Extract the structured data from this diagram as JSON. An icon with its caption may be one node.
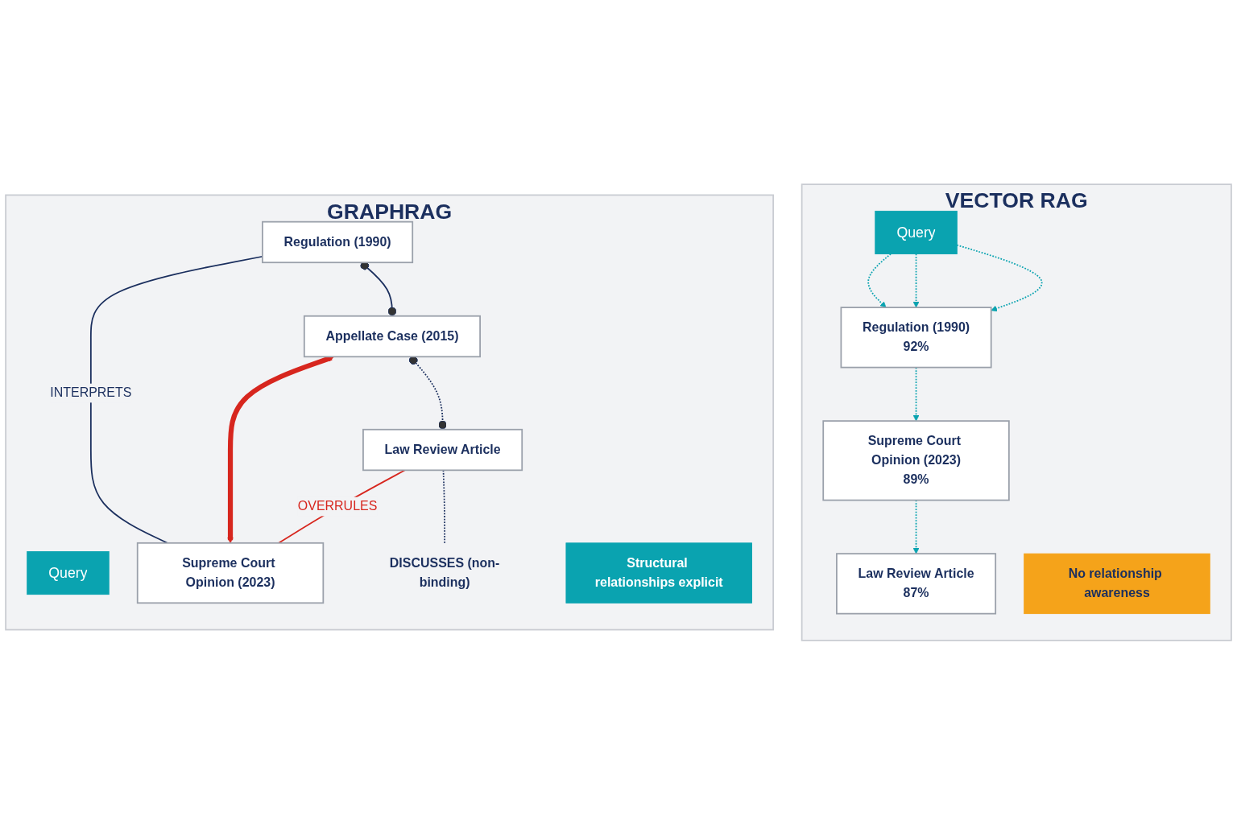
{
  "diagram": {
    "nodes": [
      {
        "text": [
          "VECTOR RAG"
        ]
      },
      {
        "text": [
          "Query"
        ],
        "in": 0
      },
      {
        "text": [
          "Regulation (1990)",
          "92%"
        ],
        "in": 0
      },
      {
        "text": [
          "Supreme Court Opinion (2023)",
          "89%"
        ],
        "in": 0
      },
      {
        "text": [
          "Law Review Article",
          "87%"
        ],
        "in": 0
      },
      {
        "text": [
          "No relationship awareness"
        ],
        "in": 0
      },
      {
        "text": [
          "GRAPHRAG"
        ]
      },
      {
        "text": [
          "Query"
        ],
        "in": 6
      },
      {
        "text": [
          "Regulation (1990)"
        ],
        "in": 6
      },
      {
        "text": [
          "Appellate Case (2015)"
        ],
        "in": 6
      },
      {
        "text": [
          "Supreme Court Opinion (2023)"
        ],
        "in": 6
      },
      {
        "text": [
          "Law Review Article"
        ],
        "in": 6
      },
      {
        "text": [
          "DISCUSSES (non-binding)"
        ],
        "in": 6
      },
      {
        "text": [
          "Structural relationships explicit"
        ],
        "in": 6
      }
    ],
    "edges": [
      {
        "from": 1,
        "to": 2,
        "arrow": "to",
        "style": "dashed",
        "color": "#0aa3b0"
      },
      {
        "from": 1,
        "to": 2,
        "arrow": "to",
        "style": "dashed",
        "color": "#0aa3b0"
      },
      {
        "from": 1,
        "to": 2,
        "arrow": "to",
        "style": "dashed",
        "color": "#0aa3b0"
      },
      {
        "from": 2,
        "to": 3,
        "arrow": "to",
        "style": "dashed",
        "color": "#0aa3b0"
      },
      {
        "from": 3,
        "to": 4,
        "arrow": "to",
        "style": "dashed",
        "color": "#0aa3b0"
      },
      {
        "from": 8,
        "to": 9,
        "arrow": "other",
        "color": "#1b2f5e"
      },
      {
        "from": 8,
        "to": 10,
        "arrow": "none",
        "label": "INTERPRETS",
        "color": "#1b2f5e"
      },
      {
        "from": 9,
        "to": 10,
        "arrow": "both",
        "style": "thick",
        "color": "#d7261e"
      },
      {
        "from": 11,
        "to": 10,
        "arrow": "none",
        "label": "OVERRULES",
        "color": "#d7261e"
      },
      {
        "from": 9,
        "to": 11,
        "arrow": "other",
        "style": "dashed",
        "color": "#1b2f5e"
      },
      {
        "from": 11,
        "to": 12,
        "arrow": "none",
        "style": "dashed",
        "color": "#1b2f5e"
      }
    ]
  }
}
